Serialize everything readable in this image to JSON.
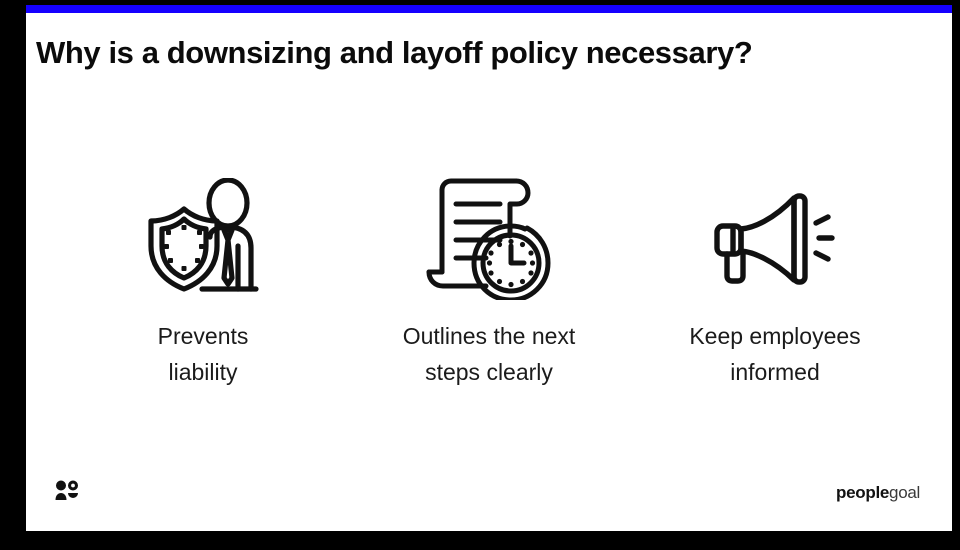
{
  "slide": {
    "title": "Why is a downsizing and layoff policy necessary?",
    "accent_color": "#1500ff",
    "frame_color": "#000000",
    "card_color": "#ffffff",
    "text_color": "#1b1b1b"
  },
  "columns": [
    {
      "icon_name": "shield-person-icon",
      "caption": "Prevents\nliability"
    },
    {
      "icon_name": "scroll-clock-icon",
      "caption": "Outlines the next\nsteps clearly"
    },
    {
      "icon_name": "megaphone-icon",
      "caption": "Keep employees\ninformed"
    }
  ],
  "footer": {
    "people_icon_name": "people-group-icon",
    "logo_bold": "people",
    "logo_light": "goal"
  }
}
